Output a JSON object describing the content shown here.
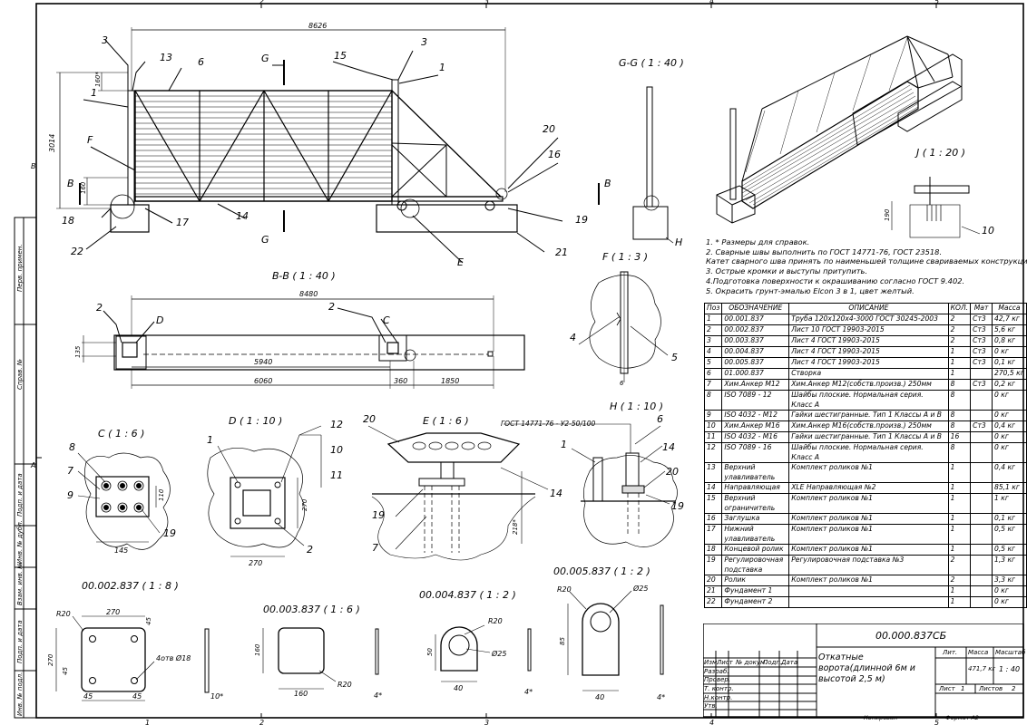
{
  "zones": {
    "top": [
      "2",
      "3",
      "4",
      "5"
    ],
    "bottom": [
      "1",
      "2",
      "3",
      "4",
      "5"
    ],
    "left": [
      "B",
      "A"
    ]
  },
  "side_stamp": [
    "Перв. примен.",
    "Справ. №",
    "Подп. и дата",
    "Инв. № дубл.",
    "Взам. инв. №",
    "Подп. и дата",
    "Инв. № подл."
  ],
  "main_view": {
    "overall": "8626",
    "height": "3014",
    "offset_top": "160*",
    "bottom": "160",
    "callouts": [
      "3",
      "13",
      "6",
      "15",
      "3",
      "1",
      "1",
      "F",
      "20",
      "16",
      "B",
      "B",
      "18",
      "17",
      "14",
      "E",
      "19",
      "21",
      "22"
    ],
    "section_marks": [
      "G",
      "G"
    ]
  },
  "view_gg": {
    "title": "G-G ( 1 : 40 )",
    "callout": "H"
  },
  "view_bb": {
    "title": "B-B ( 1 : 40 )",
    "dims": [
      "8480",
      "5940",
      "6060",
      "360",
      "1850",
      "135"
    ],
    "callouts": [
      "2",
      "D",
      "2",
      "C"
    ]
  },
  "view_f": {
    "title": "F ( 1 : 3 )",
    "callouts": [
      "4",
      "5"
    ],
    "weld": "6"
  },
  "view_j": {
    "title": "J ( 1 : 20 )",
    "dim": "190",
    "callout": "10"
  },
  "view_c": {
    "title": "C ( 1 : 6 )",
    "callouts": [
      "8",
      "7",
      "9",
      "19"
    ],
    "dims": [
      "145",
      "110"
    ]
  },
  "view_d": {
    "title": "D ( 1 : 10 )",
    "callouts": [
      "1",
      "12",
      "10",
      "11",
      "2"
    ],
    "dims": [
      "270",
      "270"
    ]
  },
  "view_e": {
    "title": "E ( 1 : 6 )",
    "callouts": [
      "20",
      "19",
      "7",
      "14"
    ],
    "dim": "218*"
  },
  "view_h": {
    "title": "H ( 1 : 10 )",
    "callouts": [
      "1",
      "6",
      "14",
      "20",
      "19"
    ],
    "weld_std": "ГОСТ 14771-76 - У2-50/100"
  },
  "detail_2": {
    "title": "00.002.837 ( 1 : 8 )",
    "dims": [
      "270",
      "270",
      "R20",
      "45",
      "45",
      "45",
      "45"
    ],
    "holes": "4отв Ø18",
    "thick": "10*"
  },
  "detail_3": {
    "title": "00.003.837 ( 1 : 6 )",
    "dims": [
      "160",
      "160",
      "R20"
    ],
    "thick": "4*"
  },
  "detail_4": {
    "title": "00.004.837 ( 1 : 2 )",
    "dims": [
      "R20",
      "50",
      "40",
      "Ø25"
    ],
    "thick": "4*"
  },
  "detail_5": {
    "title": "00.005.837 ( 1 : 2 )",
    "dims": [
      "R20",
      "Ø25",
      "85",
      "40"
    ],
    "thick": "4*"
  },
  "notes": [
    "1. * Размеры для справок.",
    "2. Сварные швы выполнить по ГОСТ 14771-76, ГОСТ 23518.",
    "Катет сварного шва принять по наименьшей толщине свариваемых конструкций.",
    "3. Острые кромки и выступы притупить.",
    "4.Подготовка поверхности к окрашиванию согласно ГОСТ 9.402.",
    "5. Окрасить грунт-эмалью Elcon 3 в 1, цвет желтый."
  ],
  "spec": {
    "headers": [
      "Поз",
      "ОБОЗНАЧЕНИЕ",
      "ОПИСАНИЕ",
      "КОЛ.",
      "Мат",
      "Масса"
    ],
    "rows": [
      [
        "1",
        "00.001.837",
        "Труба 120х120х4-3000 ГОСТ 30245-2003",
        "2",
        "Ст3",
        "42,7 кг"
      ],
      [
        "2",
        "00.002.837",
        "Лист 10 ГОСТ 19903-2015",
        "2",
        "Ст3",
        "5,6 кг"
      ],
      [
        "3",
        "00.003.837",
        "Лист 4 ГОСТ 19903-2015",
        "2",
        "Ст3",
        "0,8 кг"
      ],
      [
        "4",
        "00.004.837",
        "Лист 4 ГОСТ 19903-2015",
        "1",
        "Ст3",
        "0 кг"
      ],
      [
        "5",
        "00.005.837",
        "Лист 4 ГОСТ 19903-2015",
        "1",
        "Ст3",
        "0,1 кг"
      ],
      [
        "6",
        "01.000.837",
        "Створка",
        "1",
        "",
        "270,5 кг"
      ],
      [
        "7",
        "Хим.Анкер М12",
        "Хим.Анкер М12(собств.произв.) 250мм",
        "8",
        "Ст3",
        "0,2 кг"
      ],
      [
        "8",
        "ISO 7089 - 12",
        "Шайбы плоские. Нормальная серия. Класс А",
        "8",
        "",
        "0 кг"
      ],
      [
        "9",
        "ISO 4032 - M12",
        "Гайки шестигранные. Тип 1 Классы А и В",
        "8",
        "",
        "0 кг"
      ],
      [
        "10",
        "Хим.Анкер М16",
        "Хим.Анкер М16(собств.произв.) 250мм",
        "8",
        "Ст3",
        "0,4 кг"
      ],
      [
        "11",
        "ISO 4032 - M16",
        "Гайки шестигранные. Тип 1 Классы А и В",
        "16",
        "",
        "0 кг"
      ],
      [
        "12",
        "ISO 7089 - 16",
        "Шайбы плоские. Нормальная серия. Класс А",
        "8",
        "",
        "0 кг"
      ],
      [
        "13",
        "Верхний улавливатель",
        "Комплект роликов №1",
        "1",
        "",
        "0,4 кг"
      ],
      [
        "14",
        "Направляющая",
        "XLE Направляющая №2",
        "1",
        "",
        "85,1 кг"
      ],
      [
        "15",
        "Верхний ограничитель",
        "Комплект роликов №1",
        "1",
        "",
        "1 кг"
      ],
      [
        "16",
        "Заглушка",
        "Комплект роликов №1",
        "1",
        "",
        "0,1 кг"
      ],
      [
        "17",
        "Нижний улавливатель",
        "Комплект роликов №1",
        "1",
        "",
        "0,5 кг"
      ],
      [
        "18",
        "Концевой ролик",
        "Комплект роликов №1",
        "1",
        "",
        "0,5 кг"
      ],
      [
        "19",
        "Регулировочная подставка",
        "Регулировочная подставка №3",
        "2",
        "",
        "1,3 кг"
      ],
      [
        "20",
        "Ролик",
        "Комплект роликов №1",
        "2",
        "",
        "3,3 кг"
      ],
      [
        "21",
        "Фундамент 1",
        "",
        "1",
        "",
        "0 кг"
      ],
      [
        "22",
        "Фундамент 2",
        "",
        "1",
        "",
        "0 кг"
      ]
    ]
  },
  "stamp": {
    "code": "00.000.837СБ",
    "title": "Откатные ворота(длинной 6м и высотой 2,5 м)",
    "row_labels": [
      "Изм.",
      "Лист",
      "№ докум.",
      "Подп.",
      "Дата"
    ],
    "roles": [
      "Разраб.",
      "Провер.",
      "Т. контр.",
      "Н.контр.",
      "Утв."
    ],
    "lit": "Лит.",
    "mass_label": "Масса",
    "scale_label": "Масштаб",
    "mass": "471,7 кг",
    "scale": "1 : 40",
    "sheet": "Лист",
    "sheet_no": "1",
    "sheets": "Листов",
    "sheets_no": "2",
    "copied": "Копировал",
    "format": "Формат A2"
  }
}
